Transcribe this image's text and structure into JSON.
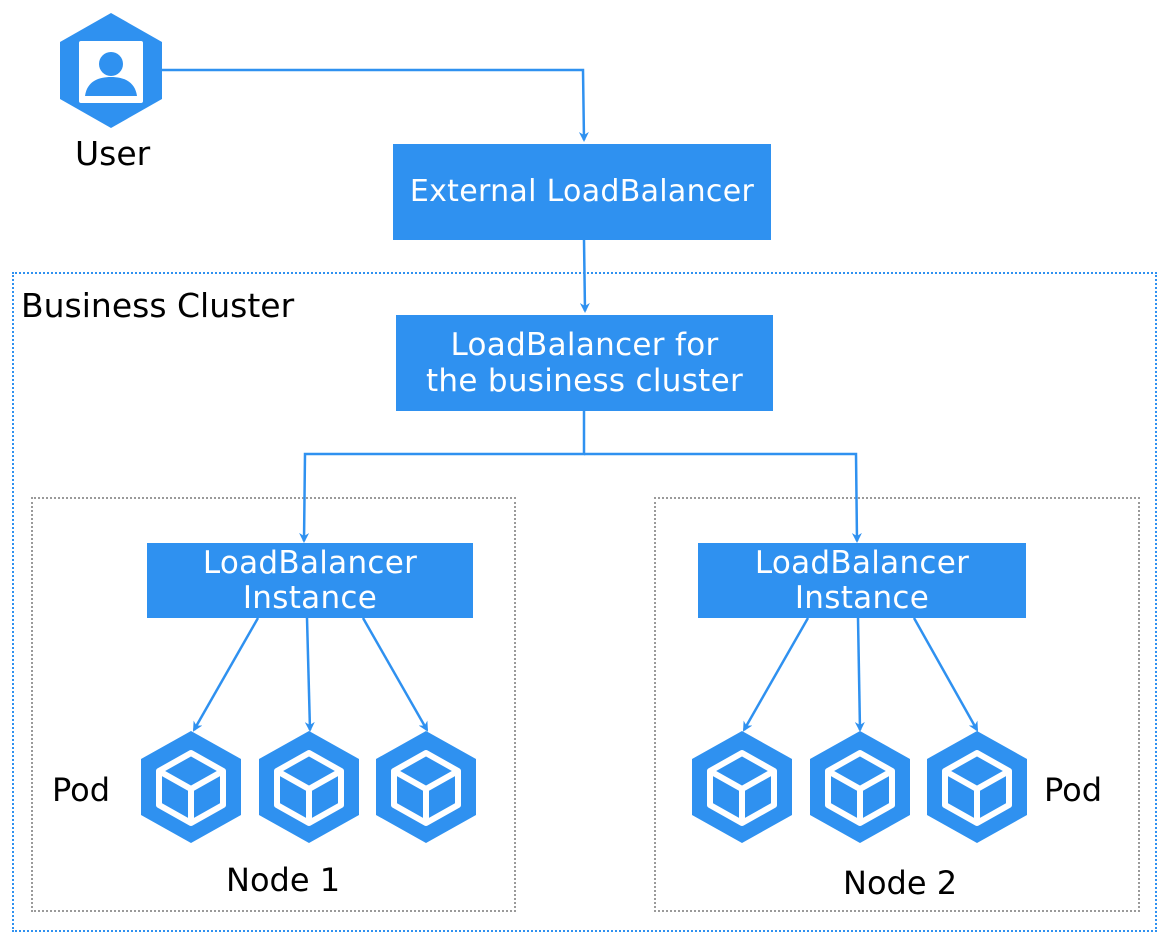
{
  "diagram": {
    "user_label": "User",
    "external_lb": "External LoadBalancer",
    "cluster_label": "Business Cluster",
    "cluster_lb": {
      "line1": "LoadBalancer for",
      "line2": "the business cluster"
    },
    "nodes": [
      {
        "label": "Node 1",
        "instance": {
          "line1": "LoadBalancer",
          "line2": "Instance"
        },
        "pod_label": "Pod"
      },
      {
        "label": "Node 2",
        "instance": {
          "line1": "LoadBalancer",
          "line2": "Instance"
        },
        "pod_label": "Pod"
      }
    ],
    "icons": {
      "user": "user-icon",
      "pod": "pod-cube-icon"
    },
    "colors": {
      "accent": "#2f91f0",
      "node_border": "#9a9a9a",
      "text_on_accent": "#ffffff"
    }
  }
}
